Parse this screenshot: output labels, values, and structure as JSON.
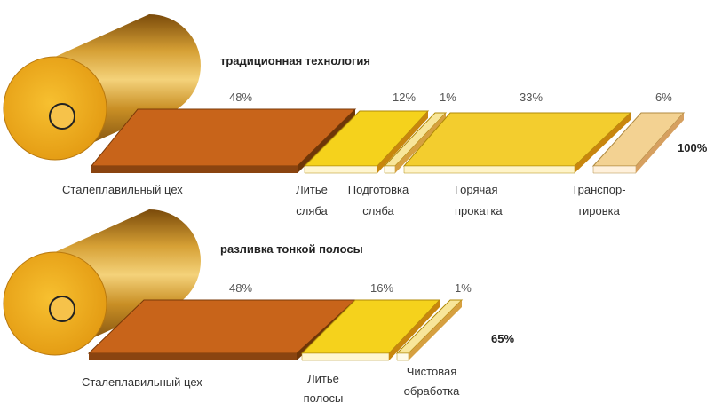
{
  "traditional": {
    "title": "традиционная технология",
    "total": "100%",
    "stages": [
      {
        "id": "steelmaking",
        "percent": "48%",
        "value": 48,
        "label_lines": [
          "Сталеплавильный цех"
        ],
        "color": "#c8641a"
      },
      {
        "id": "slab-casting",
        "percent": "12%",
        "value": 12,
        "label_lines": [
          "Литье",
          "сляба"
        ],
        "color": "#f5d21c"
      },
      {
        "id": "slab-preparation",
        "percent": "1%",
        "value": 1,
        "label_lines": [
          "Подготовка",
          "сляба"
        ],
        "color": "#f8e69a"
      },
      {
        "id": "hot-rolling",
        "percent": "33%",
        "value": 33,
        "label_lines": [
          "Горячая",
          "прокатка"
        ],
        "color": "#f3cd2e"
      },
      {
        "id": "transport",
        "percent": "6%",
        "value": 6,
        "label_lines": [
          "Транспор-",
          "тировка"
        ],
        "color": "#f3d292"
      }
    ]
  },
  "thin_strip": {
    "title": "разливка тонкой полосы",
    "total": "65%",
    "stages": [
      {
        "id": "steelmaking",
        "percent": "48%",
        "value": 48,
        "label_lines": [
          "Сталеплавильный цех"
        ],
        "color": "#c8641a"
      },
      {
        "id": "strip-casting",
        "percent": "16%",
        "value": 16,
        "label_lines": [
          "Литье",
          "полосы"
        ],
        "color": "#f5d21c"
      },
      {
        "id": "finishing",
        "percent": "1%",
        "value": 1,
        "label_lines": [
          "Чистовая",
          "обработка"
        ],
        "color": "#f8e69a"
      }
    ]
  },
  "colors": {
    "coil_outer": "#e0a020",
    "coil_dark": "#7a4a0a",
    "coil_face": "#f2b01e",
    "edge_dark": "#b07010"
  }
}
